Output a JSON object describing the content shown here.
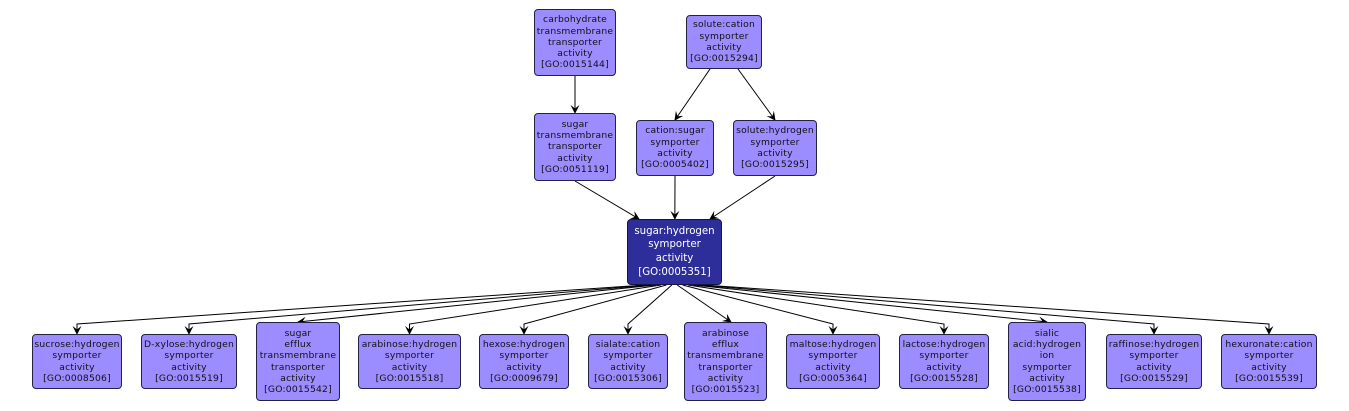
{
  "title": "GO term graph: sugar:hydrogen symporter activity",
  "colors": {
    "node_fill": "#9b8cff",
    "focus_fill": "#2e2e9a",
    "edge": "#000000"
  },
  "nodes": [
    {
      "id": "GO:0015144",
      "lines": [
        "carbohydrate",
        "transmembrane",
        "transporter",
        "activity",
        "[GO:0015144]"
      ],
      "focus": false
    },
    {
      "id": "GO:0015294",
      "lines": [
        "solute:cation",
        "symporter",
        "activity",
        "[GO:0015294]"
      ],
      "focus": false
    },
    {
      "id": "GO:0051119",
      "lines": [
        "sugar",
        "transmembrane",
        "transporter",
        "activity",
        "[GO:0051119]"
      ],
      "focus": false
    },
    {
      "id": "GO:0005402",
      "lines": [
        "cation:sugar",
        "symporter",
        "activity",
        "[GO:0005402]"
      ],
      "focus": false
    },
    {
      "id": "GO:0015295",
      "lines": [
        "solute:hydrogen",
        "symporter",
        "activity",
        "[GO:0015295]"
      ],
      "focus": false
    },
    {
      "id": "GO:0005351",
      "lines": [
        "sugar:hydrogen",
        "symporter",
        "activity",
        "[GO:0005351]"
      ],
      "focus": true
    },
    {
      "id": "GO:0008506",
      "lines": [
        "sucrose:hydrogen",
        "symporter",
        "activity",
        "[GO:0008506]"
      ],
      "focus": false
    },
    {
      "id": "GO:0015519",
      "lines": [
        "D-xylose:hydrogen",
        "symporter",
        "activity",
        "[GO:0015519]"
      ],
      "focus": false
    },
    {
      "id": "GO:0015542",
      "lines": [
        "sugar",
        "efflux",
        "transmembrane",
        "transporter",
        "activity",
        "[GO:0015542]"
      ],
      "focus": false
    },
    {
      "id": "GO:0015518",
      "lines": [
        "arabinose:hydrogen",
        "symporter",
        "activity",
        "[GO:0015518]"
      ],
      "focus": false
    },
    {
      "id": "GO:0009679",
      "lines": [
        "hexose:hydrogen",
        "symporter",
        "activity",
        "[GO:0009679]"
      ],
      "focus": false
    },
    {
      "id": "GO:0015306",
      "lines": [
        "sialate:cation",
        "symporter",
        "activity",
        "[GO:0015306]"
      ],
      "focus": false
    },
    {
      "id": "GO:0015523",
      "lines": [
        "arabinose",
        "efflux",
        "transmembrane",
        "transporter",
        "activity",
        "[GO:0015523]"
      ],
      "focus": false
    },
    {
      "id": "GO:0005364",
      "lines": [
        "maltose:hydrogen",
        "symporter",
        "activity",
        "[GO:0005364]"
      ],
      "focus": false
    },
    {
      "id": "GO:0015528",
      "lines": [
        "lactose:hydrogen",
        "symporter",
        "activity",
        "[GO:0015528]"
      ],
      "focus": false
    },
    {
      "id": "GO:0015538",
      "lines": [
        "sialic",
        "acid:hydrogen",
        "ion",
        "symporter",
        "activity",
        "[GO:0015538]"
      ],
      "focus": false
    },
    {
      "id": "GO:0015529",
      "lines": [
        "raffinose:hydrogen",
        "symporter",
        "activity",
        "[GO:0015529]"
      ],
      "focus": false
    },
    {
      "id": "GO:0015539",
      "lines": [
        "hexuronate:cation",
        "symporter",
        "activity",
        "[GO:0015539]"
      ],
      "focus": false
    }
  ],
  "edges": [
    [
      "GO:0015144",
      "GO:0051119"
    ],
    [
      "GO:0015294",
      "GO:0005402"
    ],
    [
      "GO:0015294",
      "GO:0015295"
    ],
    [
      "GO:0051119",
      "GO:0005351"
    ],
    [
      "GO:0005402",
      "GO:0005351"
    ],
    [
      "GO:0015295",
      "GO:0005351"
    ],
    [
      "GO:0005351",
      "GO:0008506"
    ],
    [
      "GO:0005351",
      "GO:0015519"
    ],
    [
      "GO:0005351",
      "GO:0015542"
    ],
    [
      "GO:0005351",
      "GO:0015518"
    ],
    [
      "GO:0005351",
      "GO:0009679"
    ],
    [
      "GO:0005351",
      "GO:0015306"
    ],
    [
      "GO:0005351",
      "GO:0015523"
    ],
    [
      "GO:0005351",
      "GO:0005364"
    ],
    [
      "GO:0005351",
      "GO:0015528"
    ],
    [
      "GO:0005351",
      "GO:0015538"
    ],
    [
      "GO:0005351",
      "GO:0015529"
    ],
    [
      "GO:0005351",
      "GO:0015539"
    ]
  ]
}
